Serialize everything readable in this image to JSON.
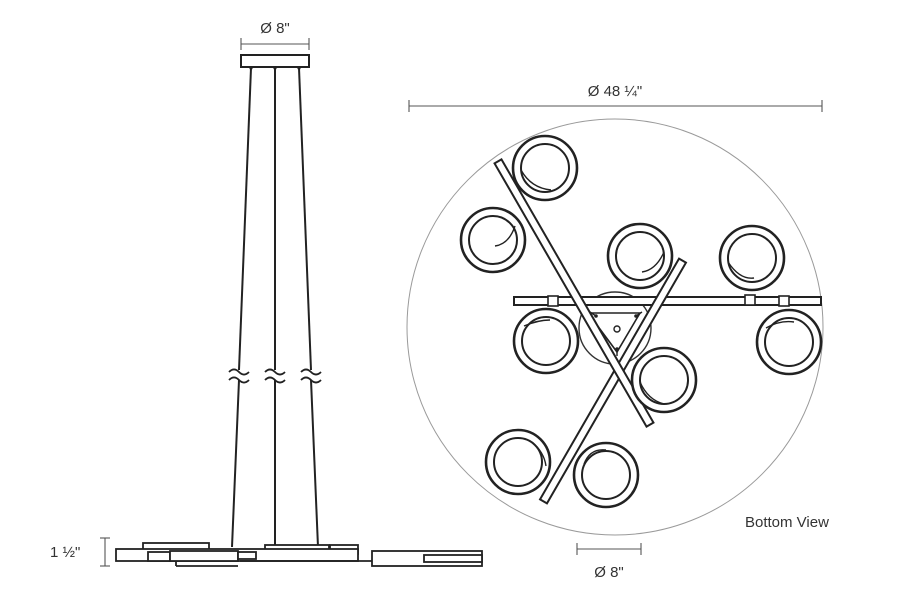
{
  "side_view": {
    "canopy_diameter": "Ø 8\"",
    "body_height": "1 ½\""
  },
  "bottom_view": {
    "overall_diameter": "Ø 48 ¼\"",
    "center_diameter": "Ø 8\"",
    "label": "Bottom View"
  },
  "colors": {
    "line": "#222222",
    "dimension": "#555555",
    "outline": "#9a9a9a"
  }
}
